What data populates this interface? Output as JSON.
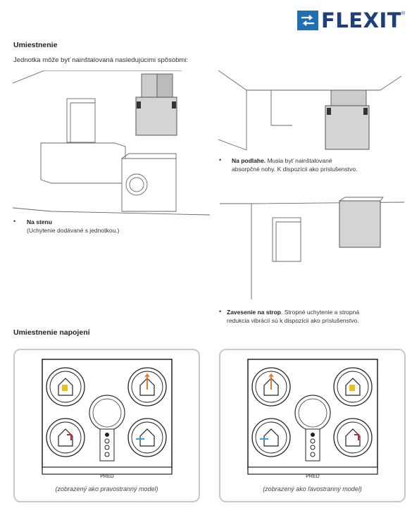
{
  "brand": {
    "logo_text": "FLEXIT",
    "logo_icon": "arrows-exchange-icon",
    "color": "#1f3f7a"
  },
  "section1": {
    "title": "Umiestnenie",
    "intro": "Jednotka môže byť nainštalovaná nasledujúcimi spôsobmi:",
    "wall": {
      "bold": "Na stenu",
      "text": "(Uchytenie dodávané s jednotkou.)"
    },
    "floor": {
      "bold": "Na podlahe.",
      "text1": "Musia byť nainštalované",
      "text2": "absorpčné nohy. K dispozícii ako príslušenstvo."
    },
    "ceiling": {
      "bold": "Zavesenie na strop",
      "text1": ". Stropné uchytenie a stropná",
      "text2": "redukcia vibrácií sú k dispozícii ako príslušenstvo."
    }
  },
  "section2": {
    "title": "Umiestnenie napojení",
    "panels": [
      {
        "front_label": "PRED",
        "caption": "(zobrazený ako pravostranný model)"
      },
      {
        "front_label": "PRED",
        "caption": "(zobrazený ako ľavostranný model)"
      }
    ]
  },
  "colors": {
    "accent_yellow": "#e6c21a",
    "accent_orange": "#e07a2a",
    "accent_red": "#c8242b",
    "accent_blue": "#3aa0d8"
  }
}
